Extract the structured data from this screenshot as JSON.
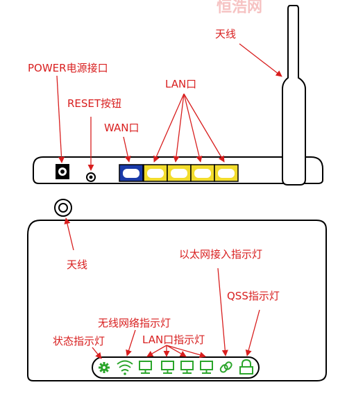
{
  "watermark": "恒浩网",
  "labels": {
    "antenna_top": "天线",
    "power_port": "POWER电源接口",
    "reset_button": "RESET按钮",
    "wan_port": "WAN口",
    "lan_ports_back": "LAN口",
    "antenna_front": "天线",
    "ethernet_indicator": "以太网接入指示灯",
    "qss_indicator": "QSS指示灯",
    "wireless_indicator": "无线网络指示灯",
    "status_indicator": "状态指示灯",
    "lan_indicators": "LAN口指示灯"
  },
  "colors": {
    "annotation": "#d81e1e",
    "wan_port": "#1a3aa8",
    "lan_port": "#f2dc2c",
    "indicator": "#2aa52a",
    "outline": "#000000"
  }
}
